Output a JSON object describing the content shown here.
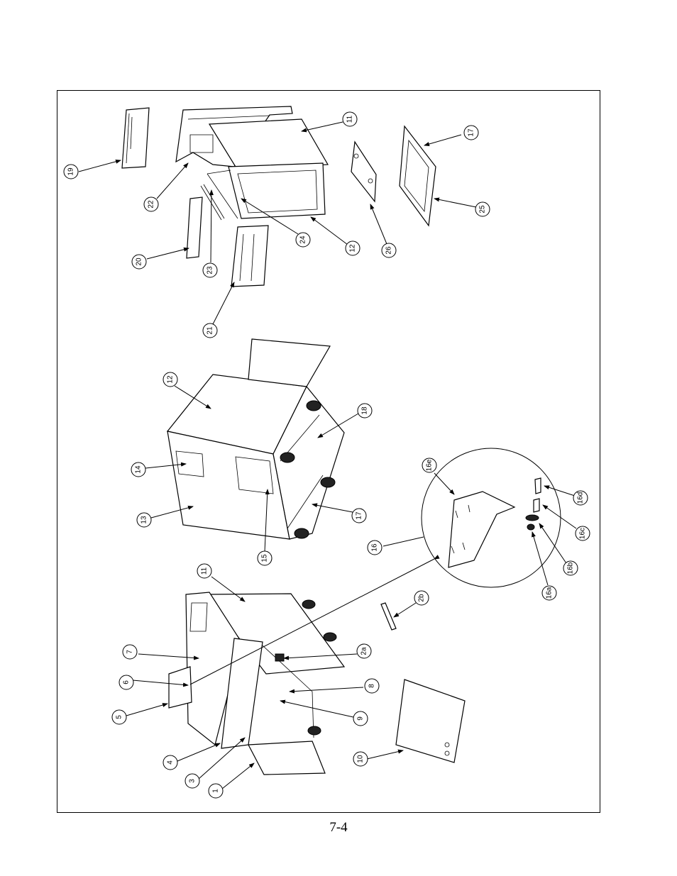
{
  "page_number": "7-4",
  "callouts": [
    {
      "id": "c11a",
      "label": "11"
    },
    {
      "id": "c17a",
      "label": "17"
    },
    {
      "id": "c19",
      "label": "19"
    },
    {
      "id": "c22",
      "label": "22"
    },
    {
      "id": "c20",
      "label": "20"
    },
    {
      "id": "c23",
      "label": "23"
    },
    {
      "id": "c24",
      "label": "24"
    },
    {
      "id": "c12a",
      "label": "12"
    },
    {
      "id": "c26",
      "label": "26"
    },
    {
      "id": "c25",
      "label": "25"
    },
    {
      "id": "c21",
      "label": "21"
    },
    {
      "id": "c12b",
      "label": "12"
    },
    {
      "id": "c18",
      "label": "18"
    },
    {
      "id": "c14",
      "label": "14"
    },
    {
      "id": "c13",
      "label": "13"
    },
    {
      "id": "c15",
      "label": "15"
    },
    {
      "id": "c17b",
      "label": "17"
    },
    {
      "id": "c16e",
      "label": "16e"
    },
    {
      "id": "c16d",
      "label": "16d"
    },
    {
      "id": "c16c",
      "label": "16c"
    },
    {
      "id": "c16",
      "label": "16"
    },
    {
      "id": "c16b",
      "label": "16b"
    },
    {
      "id": "c16a",
      "label": "16a"
    },
    {
      "id": "c11b",
      "label": "11"
    },
    {
      "id": "c2b",
      "label": "2b"
    },
    {
      "id": "c7",
      "label": "7"
    },
    {
      "id": "c2a",
      "label": "2a"
    },
    {
      "id": "c6",
      "label": "6"
    },
    {
      "id": "c8",
      "label": "8"
    },
    {
      "id": "c5",
      "label": "5"
    },
    {
      "id": "c9",
      "label": "9"
    },
    {
      "id": "c4",
      "label": "4"
    },
    {
      "id": "c10",
      "label": "10"
    },
    {
      "id": "c3",
      "label": "3"
    },
    {
      "id": "c1",
      "label": "1"
    }
  ]
}
